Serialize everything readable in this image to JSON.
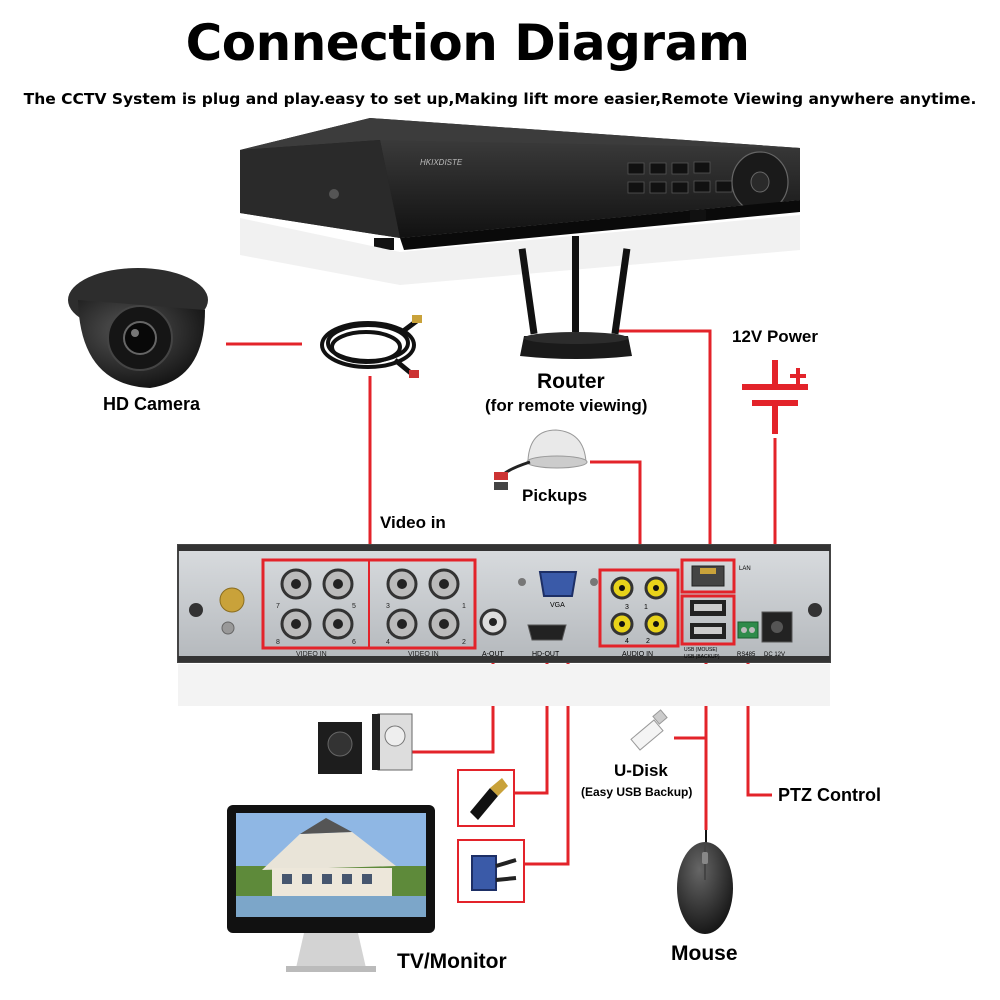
{
  "header": {
    "title": "Connection Diagram",
    "subtitle": "The CCTV System is plug and play.easy to set up,Making lift more easier,Remote Viewing anywhere anytime."
  },
  "dvr_front": {
    "brand": "HKIXDISTE"
  },
  "labels": {
    "hd_camera": "HD Camera",
    "router": "Router",
    "router_sub": "(for remote viewing)",
    "power": "12V Power",
    "pickups": "Pickups",
    "video_in": "Video in",
    "u_disk": "U-Disk",
    "u_disk_sub": "(Easy USB Backup)",
    "ptz": "PTZ Control",
    "tv": "TV/Monitor",
    "mouse": "Mouse"
  },
  "panel": {
    "video_in_label": "VIDEO IN",
    "a_out": "A-OUT",
    "hd_out": "HD-OUT",
    "vga": "VGA",
    "audio_in": "AUDIO IN",
    "lan": "LAN",
    "rs485": "RS485",
    "dc12v": "DC 12V",
    "usb_mouse": "USB (MOUSE)",
    "usb_backup": "USB (BACKUP)",
    "bnc_numbers_left": [
      "7",
      "5",
      "8",
      "6"
    ],
    "bnc_numbers_right": [
      "3",
      "1",
      "4",
      "2"
    ],
    "audio_numbers": [
      "3",
      "1",
      "4",
      "2"
    ]
  },
  "colors": {
    "line": "#e3232a",
    "panel": "#c9ccd0",
    "device": "#1c1c1c"
  }
}
